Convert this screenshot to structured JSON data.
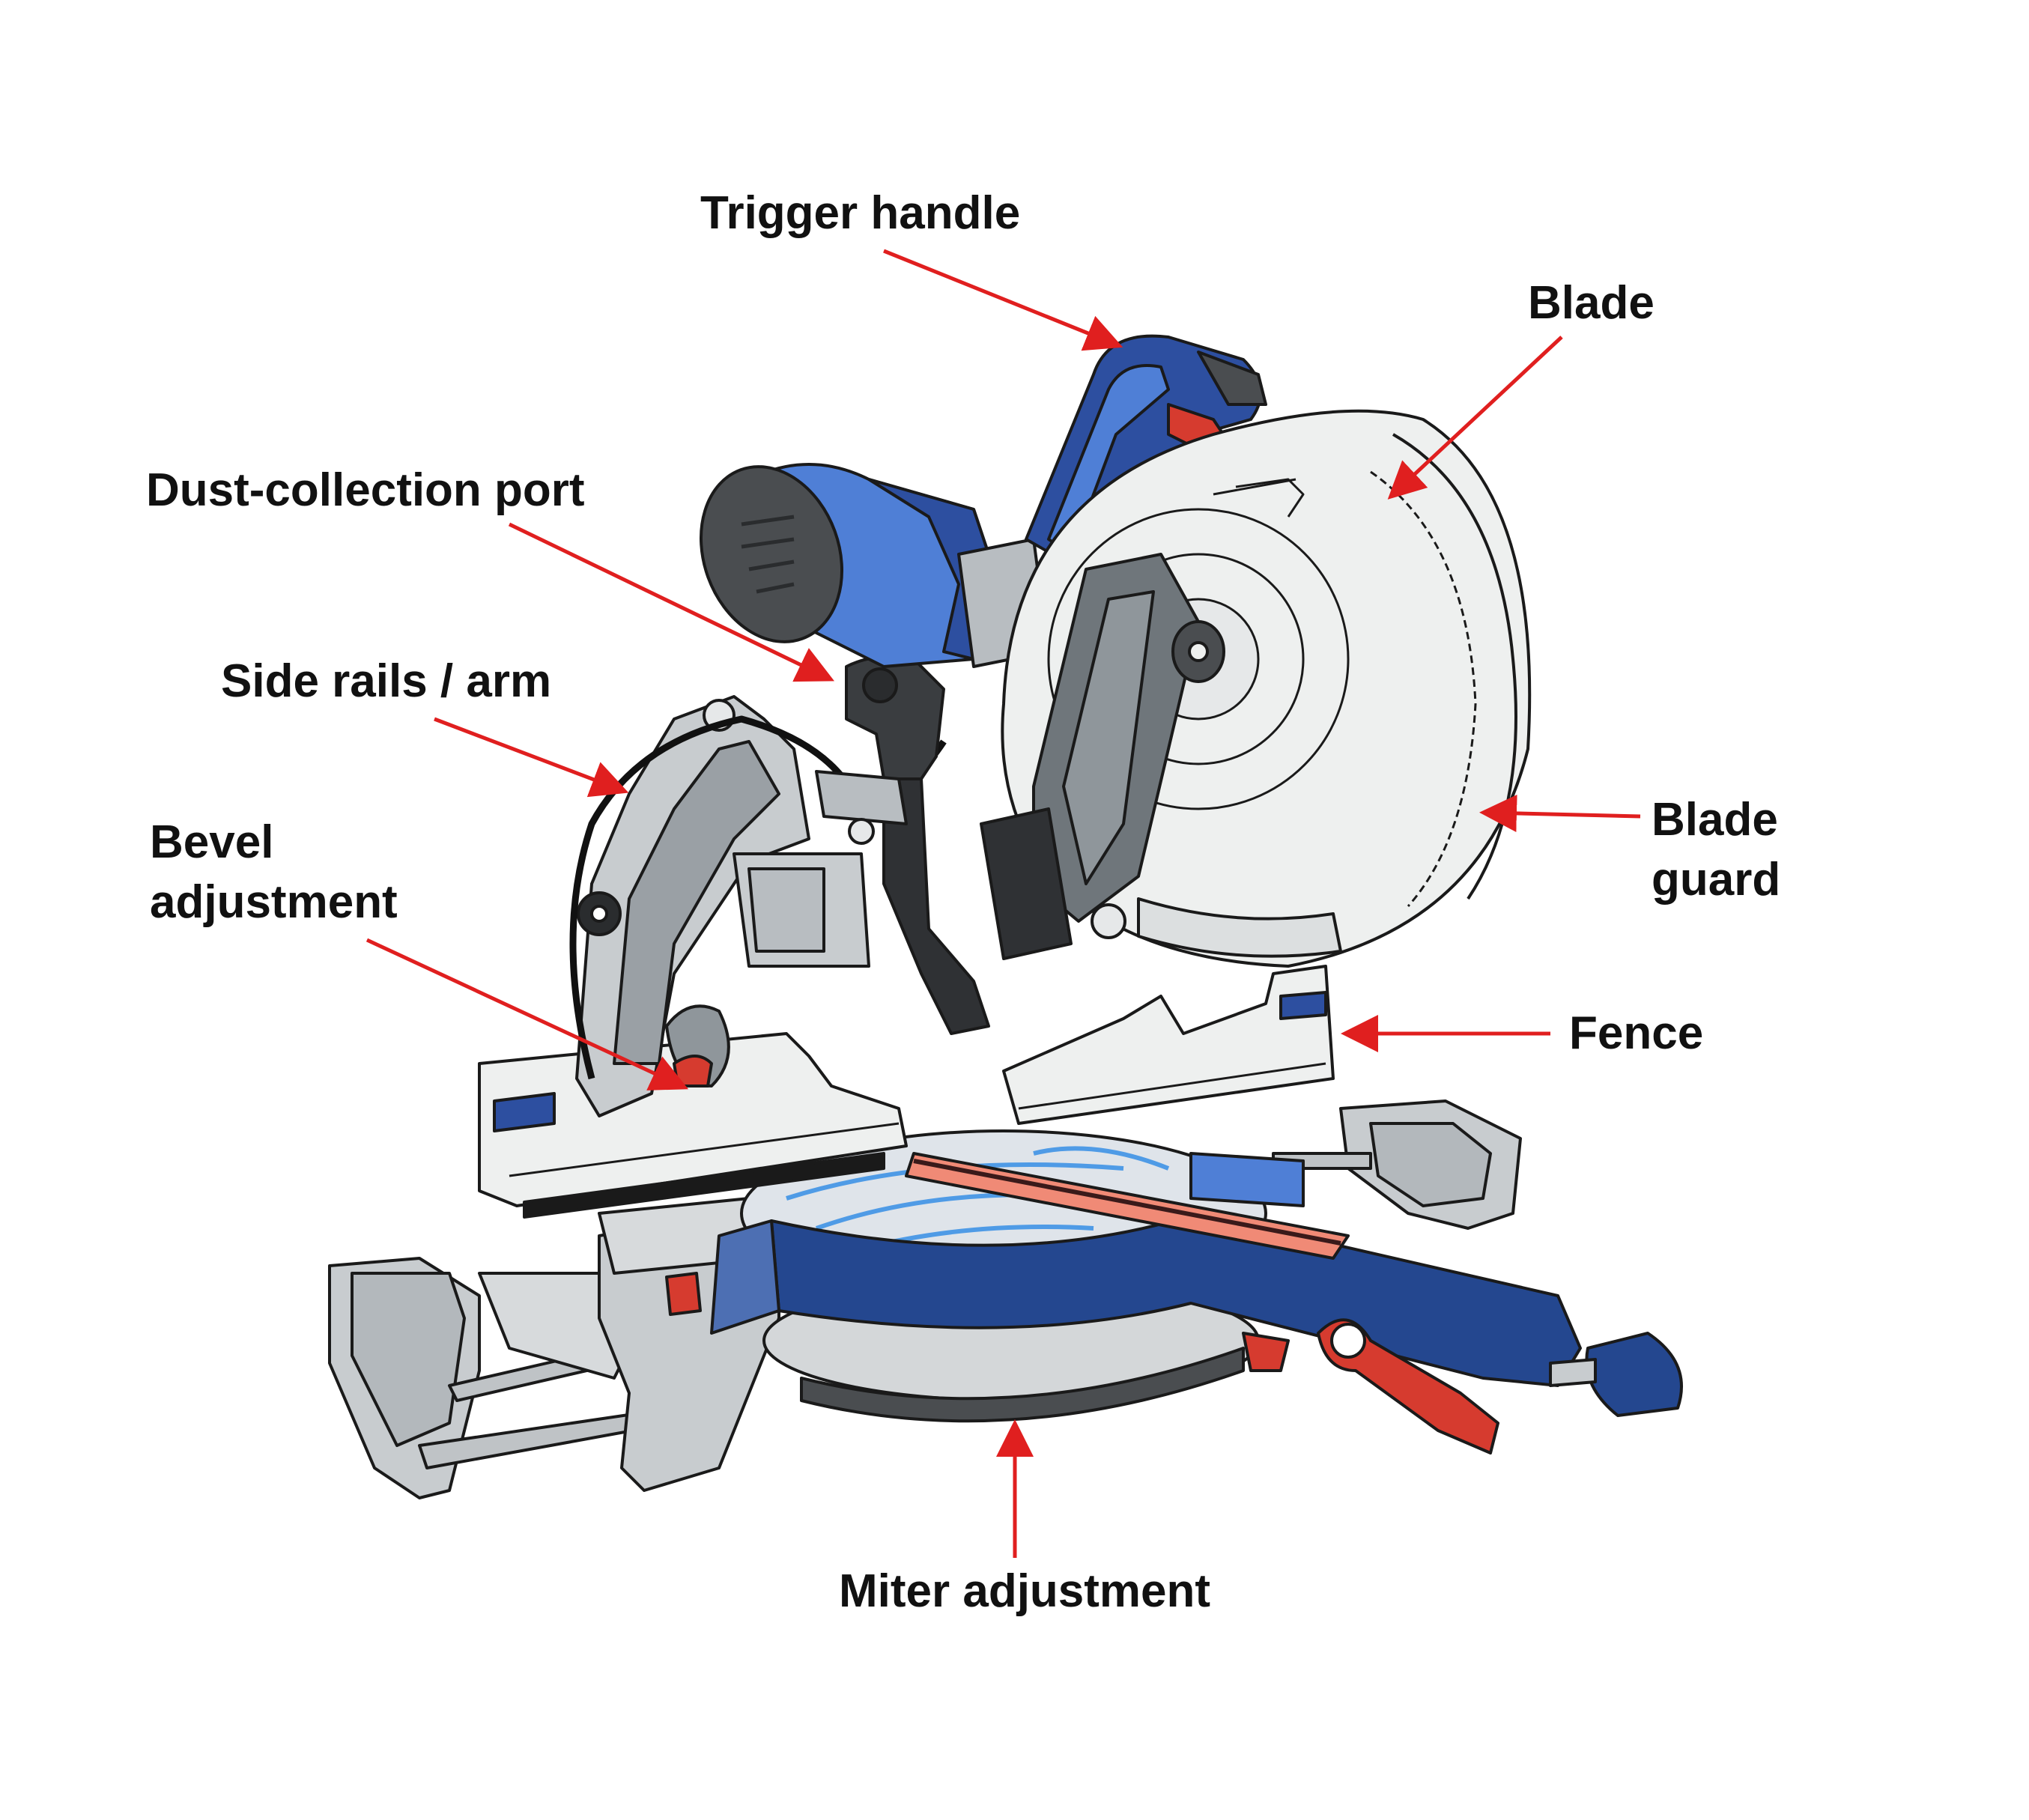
{
  "colors": {
    "arrow": "#e01f1f",
    "body_blue": "#24478f",
    "motor_blue": "#4f7fd6",
    "accent_red": "#d63b2f",
    "metal_grey": "#c8cccf",
    "dark_grey": "#3a3d40",
    "blade_white": "#eef0ef",
    "outline": "#1a1a1a"
  },
  "labels": {
    "trigger_handle": "Trigger handle",
    "blade": "Blade",
    "dust_port": "Dust-collection port",
    "side_rails": "Side rails / arm",
    "bevel_line1": "Bevel",
    "bevel_line2": "adjustment",
    "blade_guard_line1": "Blade",
    "blade_guard_line2": "guard",
    "fence": "Fence",
    "miter": "Miter adjustment"
  }
}
